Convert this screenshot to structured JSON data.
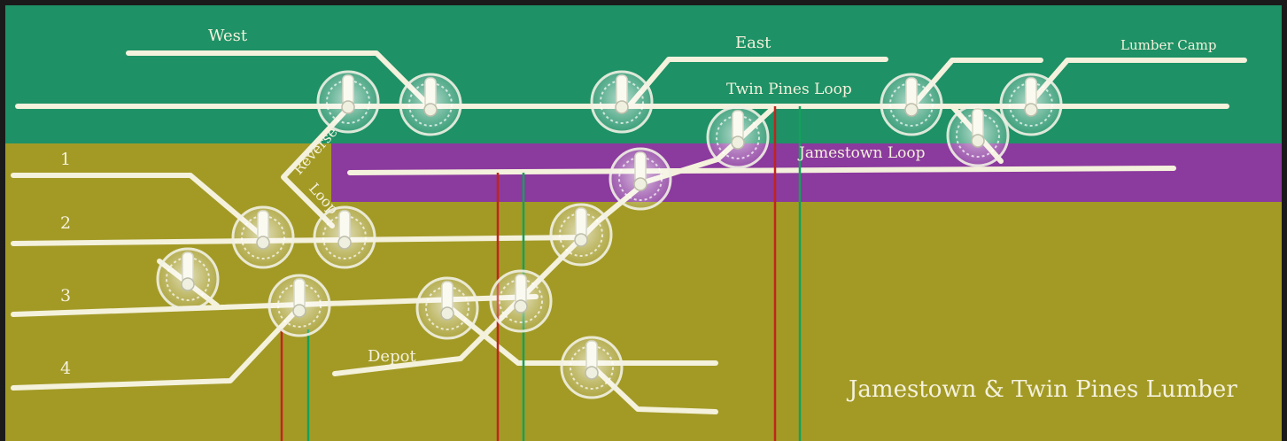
{
  "labels": {
    "west": "West",
    "east": "East",
    "lumber_camp": "Lumber Camp",
    "twin_pines_loop": "Twin Pines Loop",
    "jamestown_loop": "Jamestown Loop",
    "reverse_loop_line1": "Reverse",
    "reverse_loop_line2": "Loop",
    "track_1": "1",
    "track_2": "2",
    "track_3": "3",
    "track_4": "4",
    "depot": "Depot",
    "title": "Jamestown & Twin Pines Lumber"
  },
  "icons": {
    "switch": "toggle-switch-icon"
  },
  "colors": {
    "frame": "#1a1a1a",
    "main_zone": "#1e9166",
    "yard_zone": "#a39a26",
    "jamestown_zone": "#8b3a9e",
    "track_line": "#f4f1dc",
    "feeder_red": "#c0251c",
    "feeder_green": "#14a05a"
  }
}
